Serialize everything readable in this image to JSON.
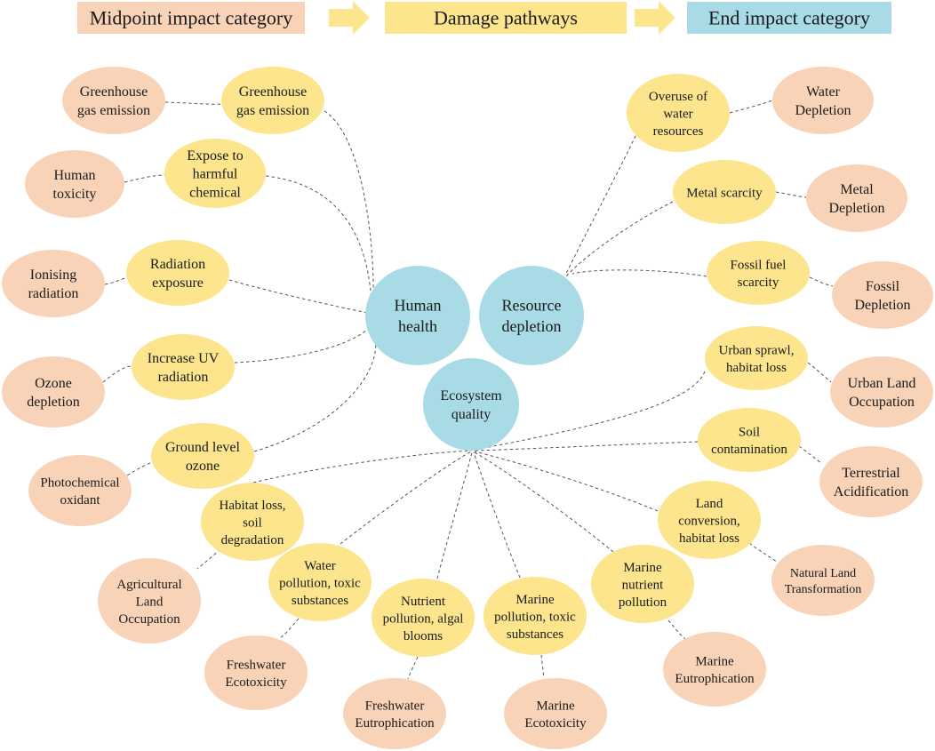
{
  "colors": {
    "midpoint": "#f9d3b8",
    "pathway": "#fce58d",
    "endpoint": "#a8dbe6",
    "arrow": "#fce58d"
  },
  "legend": {
    "midpoint_label": "Midpoint impact category",
    "pathway_label": "Damage pathways",
    "endpoint_label": "End impact category"
  },
  "endpoints": {
    "human_health": [
      "Human",
      "health"
    ],
    "resource_depletion": [
      "Resource",
      "depletion"
    ],
    "ecosystem_quality": [
      "Ecosystem",
      "quality"
    ]
  },
  "pathways": {
    "greenhouse": [
      "Greenhouse",
      "gas emission"
    ],
    "harmful_chemical": [
      "Expose to",
      "harmful",
      "chemical"
    ],
    "radiation_exposure": [
      "Radiation",
      "exposure"
    ],
    "uv_radiation": [
      "Increase UV",
      "radiation"
    ],
    "ground_ozone": [
      "Ground level",
      "ozone"
    ],
    "water_overuse": [
      "Overuse of",
      "water",
      "resources"
    ],
    "metal_scarcity": [
      "Metal scarcity"
    ],
    "fossil_scarcity": [
      "Fossil fuel",
      "scarcity"
    ],
    "urban_sprawl": [
      "Urban sprawl,",
      "habitat loss"
    ],
    "soil_contamination": [
      "Soil",
      "contamination"
    ],
    "land_conversion": [
      "Land",
      "conversion,",
      "habitat loss"
    ],
    "marine_nutrient": [
      "Marine",
      "nutrient",
      "pollution"
    ],
    "marine_toxic": [
      "Marine",
      "pollution, toxic",
      "substances"
    ],
    "nutrient_algal": [
      "Nutrient",
      "pollution, algal",
      "blooms"
    ],
    "water_toxic": [
      "Water",
      "pollution, toxic",
      "substances"
    ],
    "habitat_soil": [
      "Habitat loss,",
      "soil",
      "degradation"
    ]
  },
  "midpoints": {
    "greenhouse": [
      "Greenhouse",
      "gas emission"
    ],
    "human_toxicity": [
      "Human",
      "toxicity"
    ],
    "ionising": [
      "Ionising",
      "radiation"
    ],
    "ozone_depletion": [
      "Ozone",
      "depletion"
    ],
    "photochemical": [
      "Photochemical",
      "oxidant"
    ],
    "water_depletion": [
      "Water",
      "Depletion"
    ],
    "metal_depletion": [
      "Metal",
      "Depletion"
    ],
    "fossil_depletion": [
      "Fossil",
      "Depletion"
    ],
    "urban_land": [
      "Urban Land",
      "Occupation"
    ],
    "terrestrial_acid": [
      "Terrestrial",
      "Acidification"
    ],
    "natural_land": [
      "Natural Land",
      "Transformation"
    ],
    "marine_eutro": [
      "Marine",
      "Eutrophication"
    ],
    "marine_ecotox": [
      "Marine",
      "Ecotoxicity"
    ],
    "freshwater_eutro": [
      "Freshwater",
      "Eutrophication"
    ],
    "freshwater_ecotox": [
      "Freshwater",
      "Ecotoxicity"
    ],
    "agricultural_land": [
      "Agricultural",
      "Land",
      "Occupation"
    ]
  }
}
